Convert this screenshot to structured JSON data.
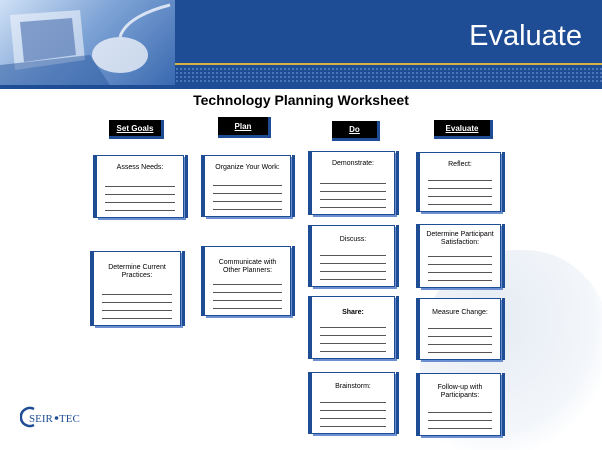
{
  "slide": {
    "title": "Evaluate"
  },
  "worksheet": {
    "title": "Technology Planning Worksheet"
  },
  "columns": [
    {
      "header": "Set Goals",
      "cards": [
        "Assess Needs:",
        "Determine Current Practices:"
      ]
    },
    {
      "header": "Plan",
      "cards": [
        "Organize Your Work:",
        "Communicate with Other Planners:"
      ]
    },
    {
      "header": "Do",
      "cards": [
        "Demonstrate:",
        "Discuss:",
        "Share:",
        "Brainstorm:"
      ]
    },
    {
      "header": "Evaluate",
      "cards": [
        "Reflect:",
        "Determine Participant Satisfaction:",
        "Measure Change:",
        "Follow-up with Participants:"
      ]
    }
  ],
  "logo": {
    "text": "SEIR•TEC"
  },
  "colors": {
    "header_blue": "#1e4c95",
    "gold": "#d7b23e"
  }
}
